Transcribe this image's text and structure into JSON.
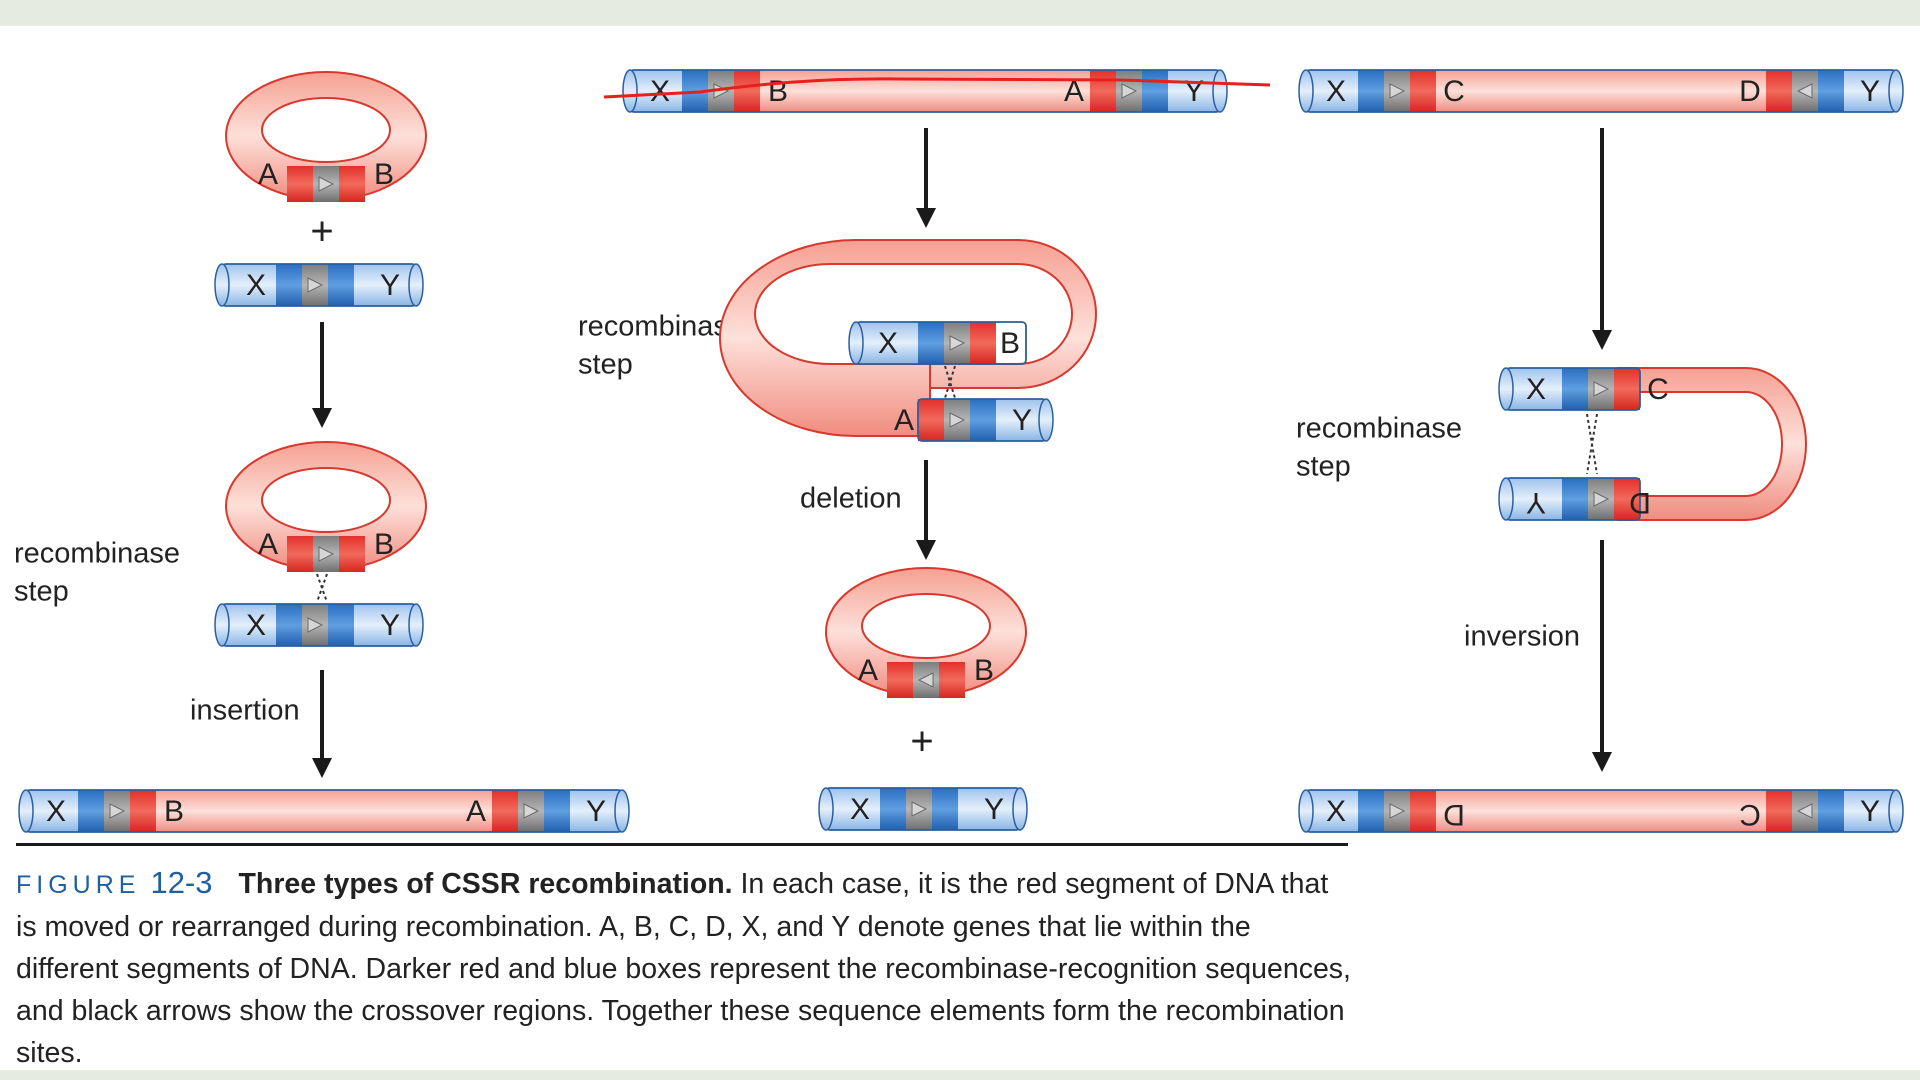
{
  "panel1": {
    "plasmid": {
      "left": "A",
      "right": "B"
    },
    "plus": "+",
    "target": {
      "left": "X",
      "right": "Y"
    },
    "step_label": [
      "recombinase",
      "step"
    ],
    "aligned_plasmid": {
      "left": "A",
      "right": "B"
    },
    "aligned_target": {
      "left": "X",
      "right": "Y"
    },
    "outcome": "insertion",
    "product": {
      "labels": [
        "X",
        "B",
        "A",
        "Y"
      ]
    }
  },
  "panel2": {
    "start": {
      "labels": [
        "X",
        "B",
        "A",
        "Y"
      ]
    },
    "step_label": [
      "recombinase",
      "step"
    ],
    "loop_top": {
      "left": "X",
      "right": "B"
    },
    "loop_bottom": {
      "left": "A",
      "right": "Y"
    },
    "outcome": "deletion",
    "circle": {
      "left": "A",
      "right": "B"
    },
    "plus": "+",
    "product": {
      "left": "X",
      "right": "Y"
    }
  },
  "panel3": {
    "start": {
      "labels": [
        "X",
        "C",
        "D",
        "Y"
      ]
    },
    "step_label": [
      "recombinase",
      "step"
    ],
    "loop_top": {
      "left": "X",
      "right": "C"
    },
    "loop_bottom": {
      "left": "Y",
      "right": "D"
    },
    "outcome": "inversion",
    "product": {
      "labels": [
        "X",
        "D",
        "C",
        "Y"
      ]
    }
  },
  "caption": {
    "figure_word": "FIGURE",
    "figure_number": "12-3",
    "title": "Three types of CSSR recombination.",
    "body": "In each case, it is the red segment of DNA that is moved or rearranged during recombination. A, B, C, D, X, and Y denote genes that lie within the different segments of DNA. Darker red and blue boxes represent the recombinase-recognition sequences, and black arrows show the crossover regions. Together these sequence elements form the recombination sites."
  },
  "colors": {
    "dna_red": "#f5a196",
    "site_red": "#e8352b",
    "dna_blue": "#bcd6f2",
    "site_blue": "#2f78c8",
    "crossover_gray": "#8c8c8c",
    "arrow": "#1a1a1a",
    "annotation_line": "#e8201b",
    "caption_blue": "#1f5f9e"
  }
}
